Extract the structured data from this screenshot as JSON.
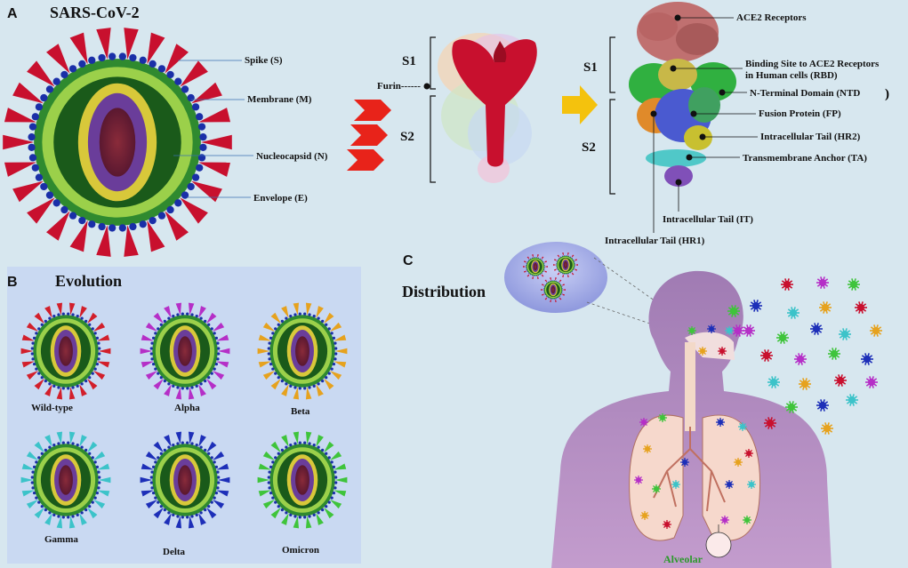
{
  "panels": {
    "a": "A",
    "b": "B",
    "c": "C"
  },
  "panel_a": {
    "title": "SARS-CoV-2",
    "virus_labels": {
      "spike": "Spike (S)",
      "membrane": "Membrane (M)",
      "nucleocapsid": "Nucleocapsid (N)",
      "envelope": "Envelope (E)"
    },
    "furin": "Furin------",
    "segments": {
      "s1": "S1",
      "s2": "S2"
    },
    "protein_labels": {
      "ace2": "ACE2 Receptors",
      "rbd_line1": "Binding Site to ACE2 Receptors",
      "rbd_line2": "in Human cells (RBD)",
      "ntd": "N-Terminal Domain (NTD",
      "ntd_paren": ")",
      "fp": "Fusion Protein (FP)",
      "hr2": "Intracellular Tail (HR2)",
      "ta": "Transmembrane Anchor (TA)",
      "it": "Intracellular Tail (IT)",
      "hr1": "Intracellular Tail (HR1)"
    },
    "colors": {
      "spike": "#c8102e",
      "arrow_red": "#e8231a",
      "arrow_yellow": "#f4c20d"
    }
  },
  "panel_b": {
    "title": "Evolution",
    "variants": [
      {
        "name": "Wild-type",
        "color": "#d21f2b"
      },
      {
        "name": "Alpha",
        "color": "#b52fc7"
      },
      {
        "name": "Beta",
        "color": "#e6a21e"
      },
      {
        "name": "Gamma",
        "color": "#3cc3c9"
      },
      {
        "name": "Delta",
        "color": "#1d2fb8"
      },
      {
        "name": "Omicron",
        "color": "#3fc43b"
      }
    ]
  },
  "panel_c": {
    "title": "Distribution",
    "alveolar": "Alveolar",
    "colors": {
      "body": "#b48cc0",
      "alveolar_text": "#2a9a2a"
    }
  }
}
